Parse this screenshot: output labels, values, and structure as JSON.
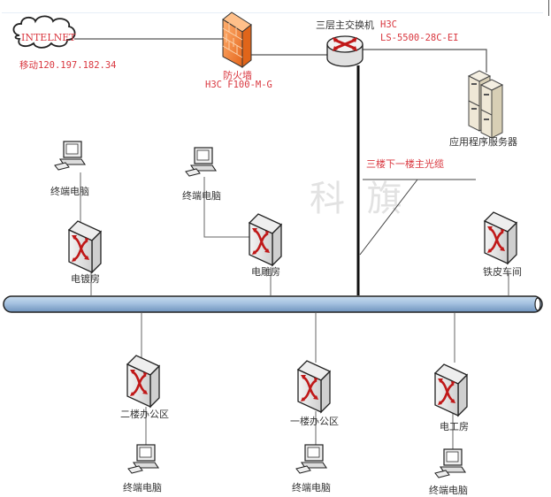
{
  "diagram": {
    "title": "",
    "watermark": "科 旗",
    "internet": {
      "label": "INTELNET",
      "isp_label": "移动120.197.182.34"
    },
    "firewall": {
      "label": "防火墙",
      "model": "H3C F100-M-G"
    },
    "core_switch": {
      "label": "三层主交换机",
      "brand": "H3C",
      "model": "LS-5500-28C-EI"
    },
    "server": {
      "label": "应用程序服务器"
    },
    "fiber_label": "三楼下一楼主光缆",
    "upper_nodes": [
      {
        "switch_label": "电镀房",
        "pc_label": "终端电脑"
      },
      {
        "switch_label": "电雕房",
        "pc_label": "终端电脑"
      },
      {
        "switch_label": "铁皮车间"
      }
    ],
    "lower_nodes": [
      {
        "switch_label": "二楼办公区",
        "pc_label": "终端电脑"
      },
      {
        "switch_label": "一楼办公区",
        "pc_label": "终端电脑"
      },
      {
        "switch_label": "电工房",
        "pc_label": "终端电脑"
      }
    ],
    "colors": {
      "accent_red": "#d9363e",
      "bus_blue": "#9cbad9",
      "firewall_orange": "#f08a3c"
    }
  }
}
